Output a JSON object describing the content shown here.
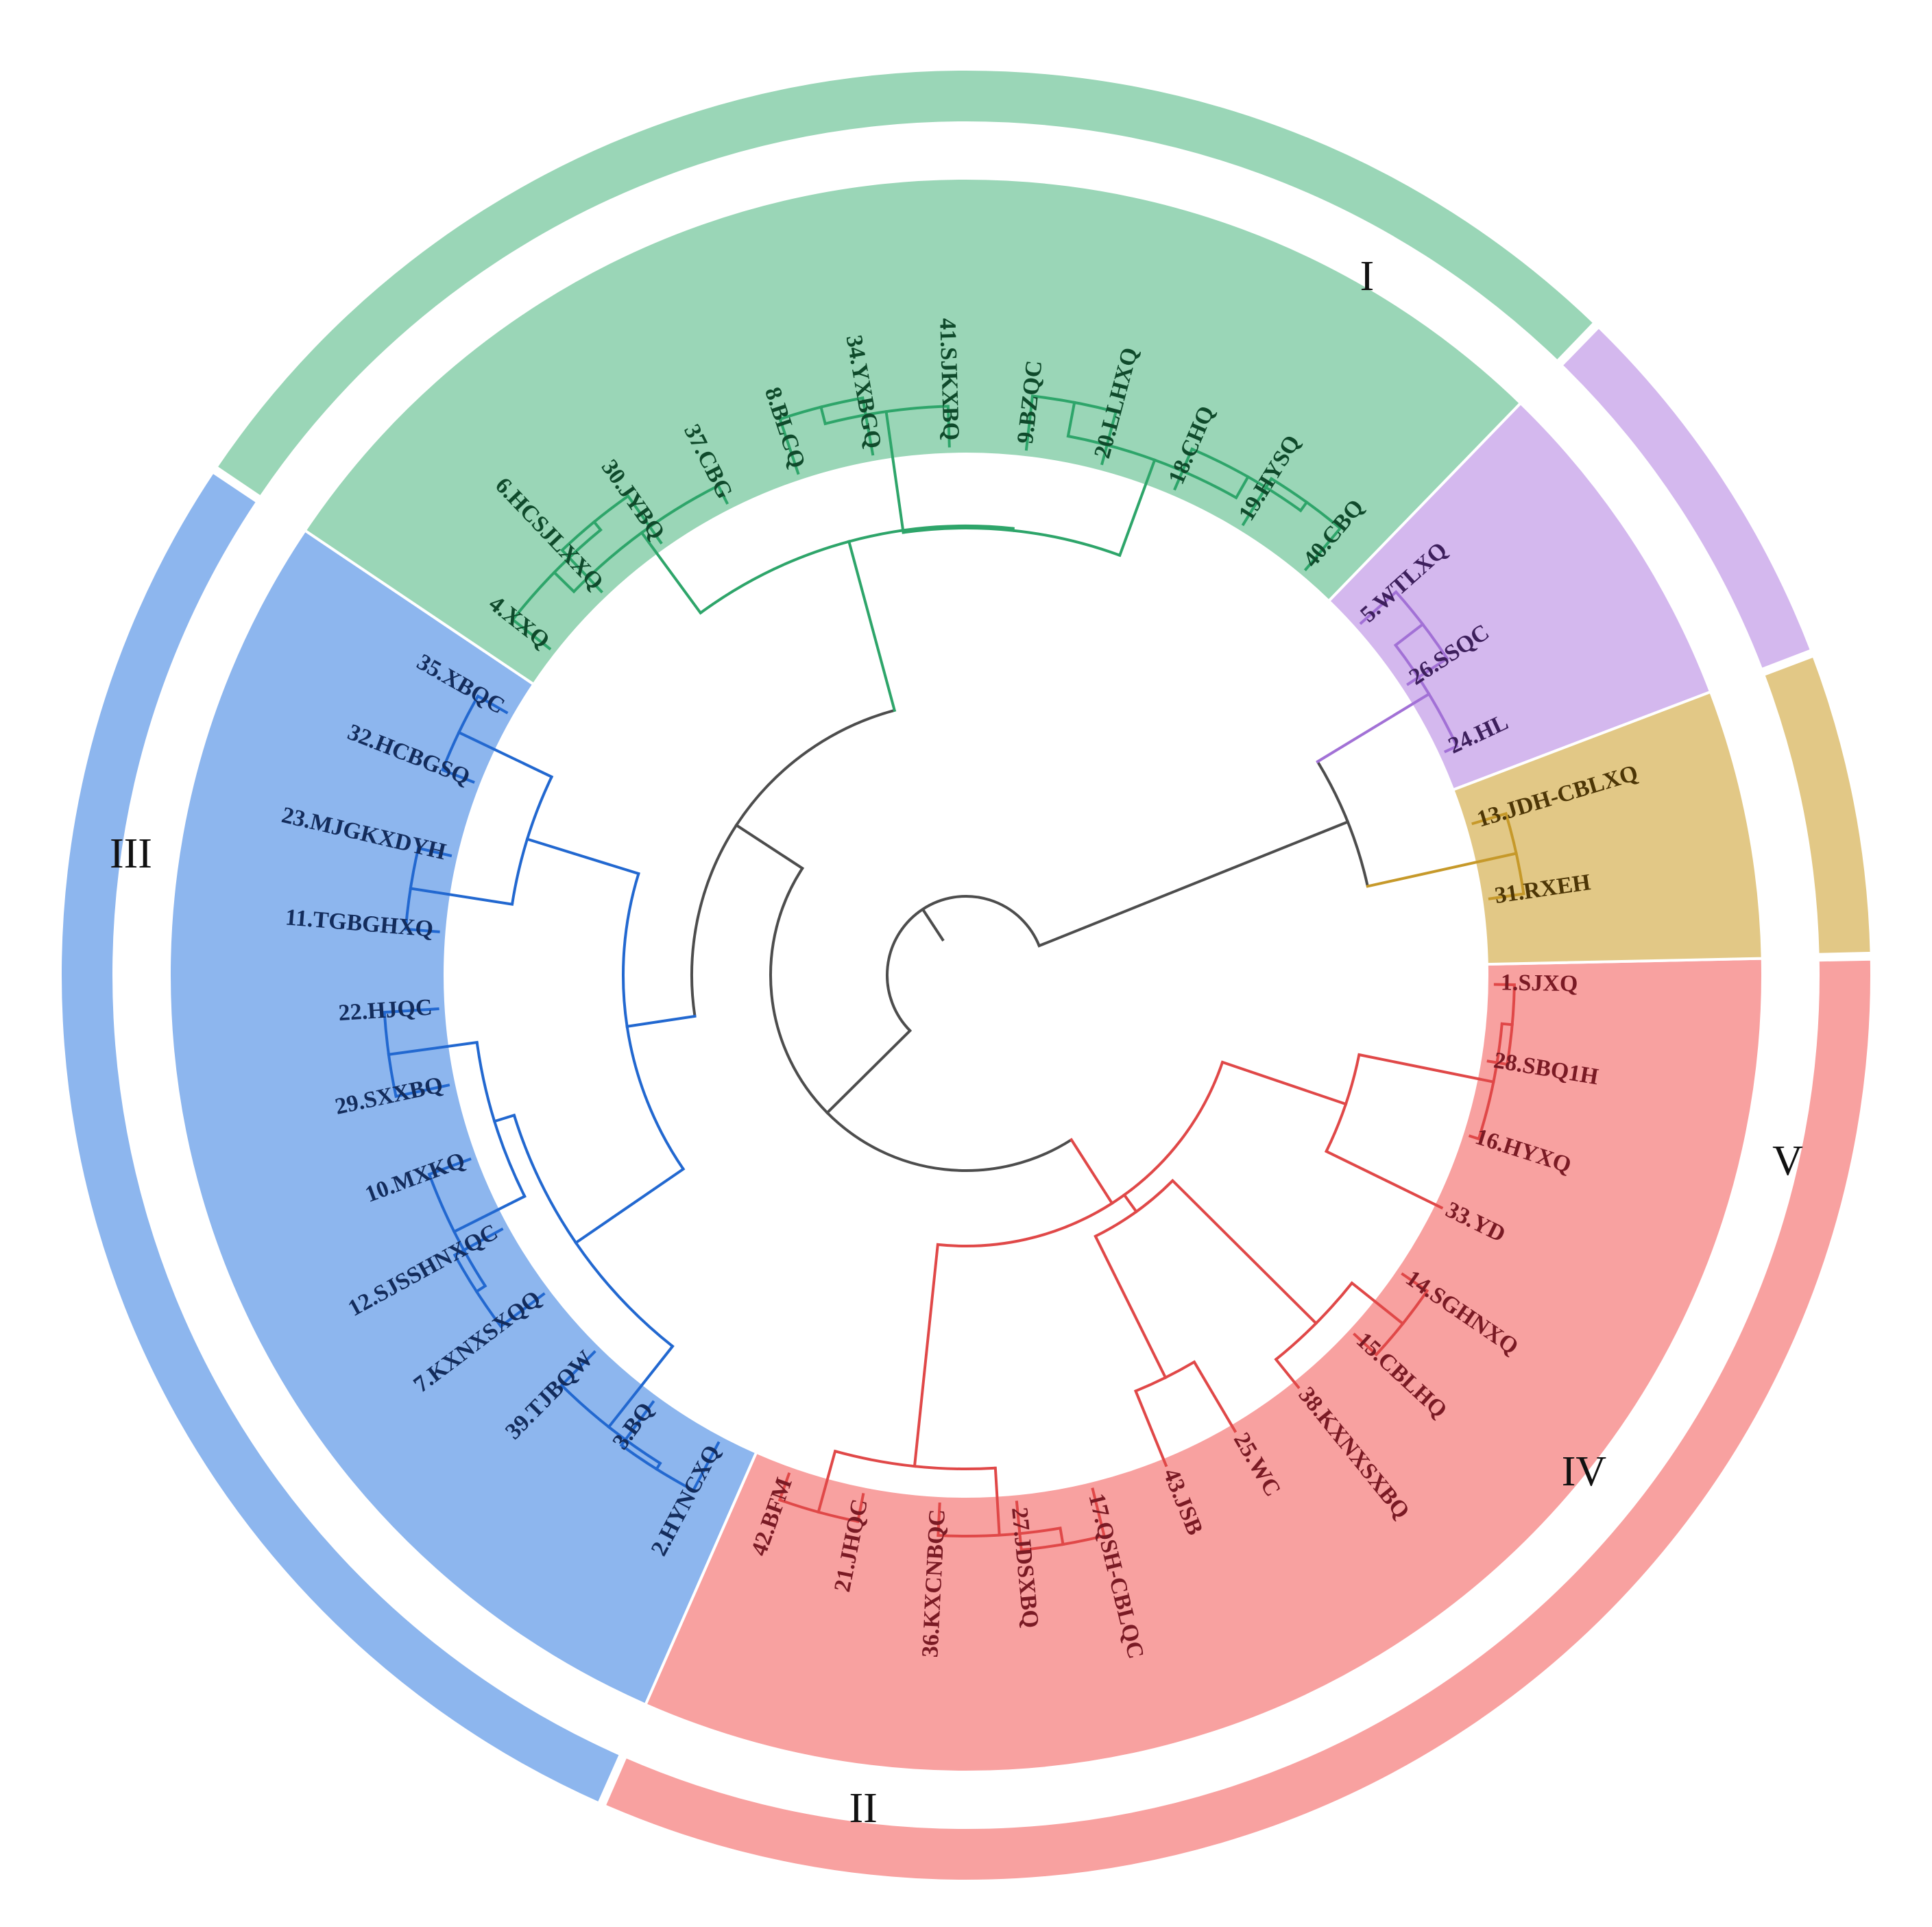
{
  "tree": {
    "groups": [
      {
        "id": "I",
        "label": "I",
        "line_color": "#e04848",
        "fill_color": "#f8a1a0",
        "text_color": "#7a1a24"
      },
      {
        "id": "II",
        "label": "II",
        "line_color": "#2ea56a",
        "fill_color": "#9ad6b7",
        "text_color": "#0f4a2b"
      },
      {
        "id": "III",
        "label": "III",
        "line_color": "#2268d0",
        "fill_color": "#8db6ee",
        "text_color": "#132c5c"
      },
      {
        "id": "IV",
        "label": "IV",
        "line_color": "#a271d6",
        "fill_color": "#d4b8ee",
        "text_color": "#3d1f5c"
      },
      {
        "id": "V",
        "label": "V",
        "line_color": "#c6992a",
        "fill_color": "#e2c886",
        "text_color": "#4d3606"
      }
    ],
    "backbone_color": "#4d4d4d",
    "leaves": [
      {
        "label": "1.SJXQ",
        "group": "I"
      },
      {
        "label": "28.SBQ1H",
        "group": "I"
      },
      {
        "label": "16.HYXQ",
        "group": "I"
      },
      {
        "label": "33.YD",
        "group": "I"
      },
      {
        "label": "14.SGHNXQ",
        "group": "I"
      },
      {
        "label": "15.CBLHQ",
        "group": "I"
      },
      {
        "label": "38.KXNXSXBQ",
        "group": "I"
      },
      {
        "label": "25.WC",
        "group": "I"
      },
      {
        "label": "43.JSB",
        "group": "I"
      },
      {
        "label": "17.QSH-CBLQC",
        "group": "I"
      },
      {
        "label": "27.JDSXBQ",
        "group": "I"
      },
      {
        "label": "36.KXCNBQC",
        "group": "I"
      },
      {
        "label": "21.JHQC",
        "group": "I"
      },
      {
        "label": "42.BFM",
        "group": "I"
      },
      {
        "label": "2.HYNCXQ",
        "group": "III"
      },
      {
        "label": "3.BQ",
        "group": "III"
      },
      {
        "label": "39.TJBQW",
        "group": "III"
      },
      {
        "label": "7.KXNXSXQQ",
        "group": "III"
      },
      {
        "label": "12.SJSSHNXQC",
        "group": "III"
      },
      {
        "label": "10.MXKQ",
        "group": "III"
      },
      {
        "label": "29.SXXBQ",
        "group": "III"
      },
      {
        "label": "22.HJQC",
        "group": "III"
      },
      {
        "label": "11.TGBGHXQ",
        "group": "III"
      },
      {
        "label": "23.MJGKXDYH",
        "group": "III"
      },
      {
        "label": "32.HCBGSQ",
        "group": "III"
      },
      {
        "label": "35.XBQC",
        "group": "III"
      },
      {
        "label": "4.XXQ",
        "group": "II"
      },
      {
        "label": "6.HCSJLXXQ",
        "group": "II"
      },
      {
        "label": "30.JYBQ",
        "group": "II"
      },
      {
        "label": "37.CBG",
        "group": "II"
      },
      {
        "label": "8.BLCQ",
        "group": "II"
      },
      {
        "label": "34.YXBGQ",
        "group": "II"
      },
      {
        "label": "41.SJKXBQ",
        "group": "II"
      },
      {
        "label": "9.BZQC",
        "group": "II"
      },
      {
        "label": "20.LLHXQ",
        "group": "II"
      },
      {
        "label": "18.CHQ",
        "group": "II"
      },
      {
        "label": "19.HYSQ",
        "group": "II"
      },
      {
        "label": "40.CBQ",
        "group": "II"
      },
      {
        "label": "5.WTLXQ",
        "group": "IV"
      },
      {
        "label": "26.SSQC",
        "group": "IV"
      },
      {
        "label": "24.HL",
        "group": "IV"
      },
      {
        "label": "13.JDH-CBLXQ",
        "group": "V"
      },
      {
        "label": "31.RXEH",
        "group": "V"
      }
    ]
  }
}
